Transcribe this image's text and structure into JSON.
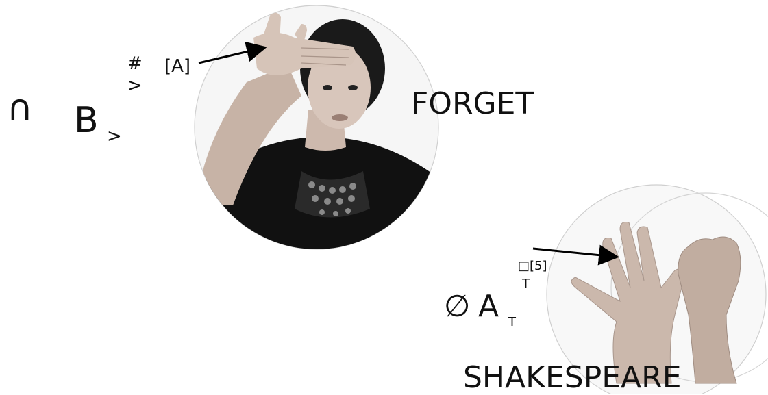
{
  "sign1": {
    "handshape_symbol": "∩",
    "handshape_letter": "B",
    "handshape_sub": ">",
    "secondary_sup": "#",
    "secondary_sub": ">",
    "callout": "[A]",
    "gloss": "FORGET"
  },
  "sign2": {
    "null_symbol": "∅",
    "handshape_letter": "A",
    "handshape_sub": "T",
    "secondary_sup": "□[5]",
    "secondary_sub": "T",
    "gloss": "SHAKESPEARE"
  }
}
